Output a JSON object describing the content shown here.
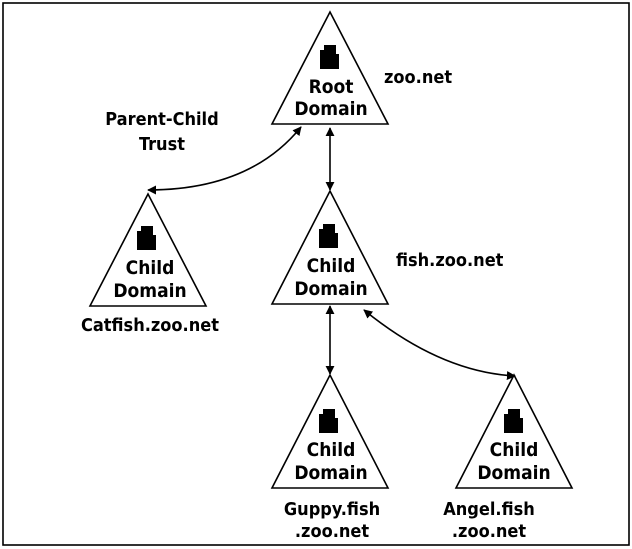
{
  "trust_label": {
    "line1": "Parent-Child",
    "line2": "Trust"
  },
  "domains": {
    "root": {
      "line1": "Root",
      "line2": "Domain",
      "name": "zoo.net"
    },
    "fish": {
      "line1": "Child",
      "line2": "Domain",
      "name": "fish.zoo.net"
    },
    "catfish": {
      "line1": "Child",
      "line2": "Domain",
      "name": "Catfish.zoo.net"
    },
    "guppy": {
      "line1": "Child",
      "line2": "Domain",
      "name_line1": "Guppy.fish",
      "name_line2": ".zoo.net"
    },
    "angel": {
      "line1": "Child",
      "line2": "Domain",
      "name_line1": "Angel.fish",
      "name_line2": ".zoo.net"
    }
  },
  "icons": [
    "server-cluster-icon"
  ],
  "colors": {
    "line": "#000000",
    "background": "#ffffff"
  }
}
